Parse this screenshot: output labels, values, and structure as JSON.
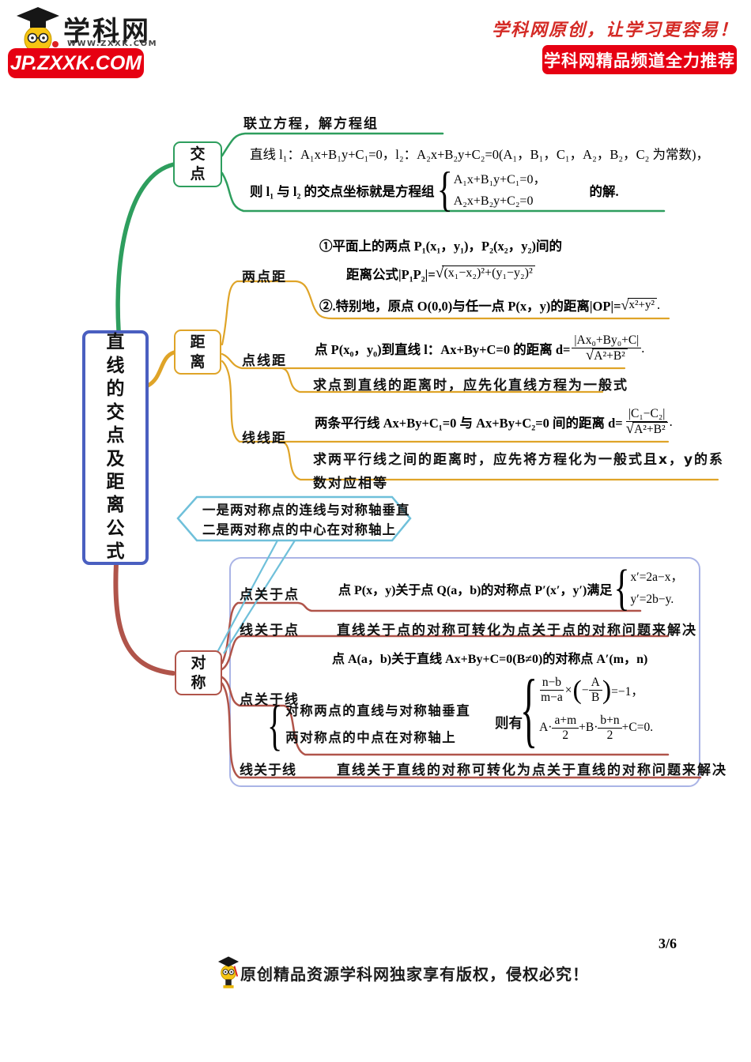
{
  "header": {
    "logo_brand": "学科网",
    "logo_url": "WWW.ZXXK.COM",
    "logo_badge": "JP.ZXXK.COM",
    "slogan": "学科网原创，让学习更容易！",
    "banner": "学科网精品频道全力推荐"
  },
  "root": {
    "title": "直线的交点及距离公式"
  },
  "jiaodian": {
    "node": "交点",
    "note": "联立方程，解方程组",
    "line1": "直线 l₁：A₁x+B₁y+C₁=0，l₂：A₂x+B₂y+C₂=0(A₁，B₁，C₁，A₂，B₂，C₂ 为常数)，",
    "line2_prefix": "则 l₁ 与 l₂ 的交点坐标就是方程组",
    "sys": [
      "A₁x+B₁y+C₁=0，",
      "A₂x+B₂y+C₂=0"
    ],
    "line2_suffix": "的解."
  },
  "juli": {
    "node": "距离",
    "liangdianju": {
      "label": "两点距",
      "line1": "①平面上的两点 P₁(x₁，y₁)，P₂(x₂，y₂)间的",
      "line2_prefix": "距离公式|P₁P₂|=",
      "line2_sqrt": "(x₁−x₂)²+(y₁−y₂)²",
      "line3_prefix": "②.特别地，原点 O(0,0)与任一点 P(x，y)的距离|OP|=",
      "line3_sqrt": "x²+y²",
      "line3_suffix": "."
    },
    "dianxianju": {
      "label": "点线距",
      "prefix": "点 P(x₀，y₀)到直线 l：Ax+By+C=0 的距离 d=",
      "num": "|Ax₀+By₀+C|",
      "den": "A²+B²",
      "suffix": ".",
      "note": "求点到直线的距离时，应先化直线方程为一般式"
    },
    "xianxianju": {
      "label": "线线距",
      "prefix": "两条平行线 Ax+By+C₁=0 与 Ax+By+C₂=0 间的距离 d=",
      "num": "|C₁−C₂|",
      "den": "A²+B²",
      "suffix": ".",
      "note": "求两平行线之间的距离时，应先将方程化为一般式且x，y的系数对应相等"
    }
  },
  "duichen": {
    "node": "对称",
    "callout_line1": "一是两对称点的连线与对称轴垂直",
    "callout_line2": "二是两对称点的中心在对称轴上",
    "dian_dian": {
      "label": "点关于点",
      "prefix": "点 P(x，y)关于点 Q(a，b)的对称点 P′(x′，y′)满足",
      "sys": [
        "x′=2a−x，",
        "y′=2b−y."
      ]
    },
    "xian_dian": {
      "label": "线关于点",
      "text": "直线关于点的对称可转化为点关于点的对称问题来解决"
    },
    "dian_xian": {
      "label": "点关于线",
      "line1": "点 A(a，b)关于直线 Ax+By+C=0(B≠0)的对称点 A′(m，n)",
      "cond": [
        "对称两点的直线与对称轴垂直",
        "两对称点的中点在对称轴上"
      ],
      "zeyou": "则有",
      "eq1": {
        "num1": "n−b",
        "den1": "m−a",
        "times": "×",
        "minus": "−",
        "num2": "A",
        "den2": "B",
        "tail": "=−1，"
      },
      "eq2": {
        "p1": "A·",
        "num1": "a+m",
        "den1": "2",
        "p2": "+B·",
        "num2": "b+n",
        "den2": "2",
        "tail": "+C=0."
      }
    },
    "xian_xian": {
      "label": "线关于线",
      "text": "直线关于直线的对称可转化为点关于直线的对称问题来解决"
    }
  },
  "footer": {
    "page": "3/6",
    "copyright": "原创精品资源学科网独家享有版权，侵权必究！"
  },
  "symbols": {
    "lbrace": "{",
    "lparen": "(",
    "rparen": ")",
    "sqrt": "√"
  },
  "colors": {
    "brand_red": "#e60012",
    "branch_green": "#2e9e5e",
    "branch_yellow": "#dfa428",
    "branch_red": "#b0544a",
    "root_blue": "#4a5fc0",
    "box_lavender": "#aab4e6",
    "callout_cyan": "#6fc0da"
  }
}
